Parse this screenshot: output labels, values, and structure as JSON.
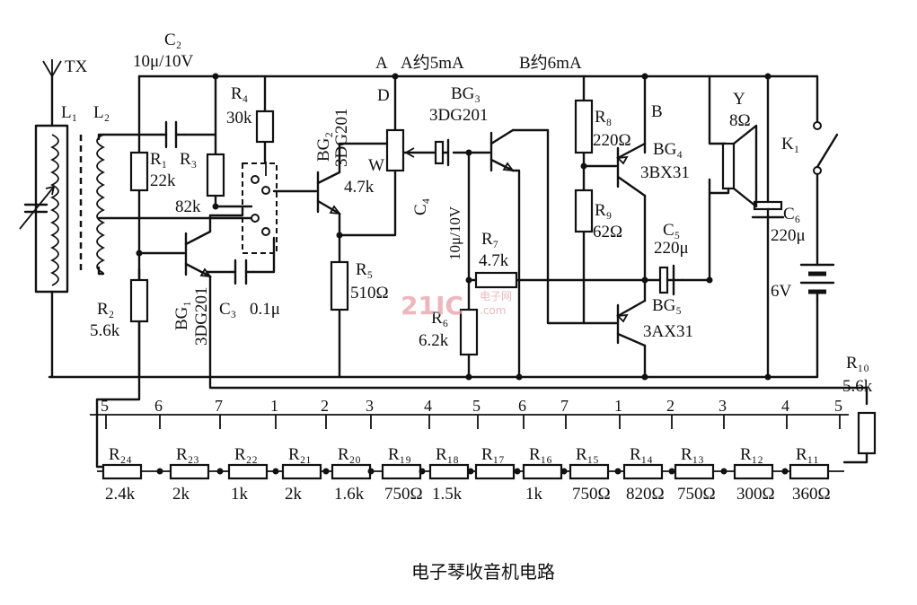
{
  "caption": "电子琴收音机电路",
  "antenna": {
    "label": "TX"
  },
  "coils": {
    "l1": "L₁",
    "l2": "L₂"
  },
  "nodes": {
    "a": "A",
    "b": "B",
    "d": "D",
    "a_current": "A约5mA",
    "b_current": "B约6mA"
  },
  "transistors": {
    "bg1": {
      "name": "BG₁",
      "part": "3DG201"
    },
    "bg2": {
      "name": "BG₂",
      "part": "3DG201"
    },
    "bg3": {
      "name": "BG₃",
      "part": "3DG201"
    },
    "bg4": {
      "name": "BG₄",
      "part": "3BX31"
    },
    "bg5": {
      "name": "BG₅",
      "part": "3AX31"
    }
  },
  "capacitors": {
    "c2": {
      "name": "C₂",
      "value": "10μ/10V"
    },
    "c3": {
      "name": "C₃",
      "value": "0.1μ"
    },
    "c4": {
      "name": "C₄",
      "value": "10μ/10V"
    },
    "c5": {
      "name": "C₅",
      "value": "220μ"
    },
    "c6": {
      "name": "C₆",
      "value": "220μ"
    }
  },
  "resistors": {
    "r1": {
      "name": "R₁",
      "value": "22k"
    },
    "r2": {
      "name": "R₂",
      "value": "5.6k"
    },
    "r3": {
      "name": "R₃",
      "value": "82k"
    },
    "r4": {
      "name": "R₄",
      "value": "30k"
    },
    "r5": {
      "name": "R₅",
      "value": "510Ω"
    },
    "r6": {
      "name": "R₆",
      "value": "6.2k"
    },
    "r7": {
      "name": "R₇",
      "value": "4.7k"
    },
    "r8": {
      "name": "R₈",
      "value": "220Ω"
    },
    "r9": {
      "name": "R₉",
      "value": "62Ω"
    },
    "r10": {
      "name": "R₁₀",
      "value": "5.6k"
    }
  },
  "pot": {
    "name": "W",
    "value": "4.7k"
  },
  "speaker": {
    "name": "Y",
    "value": "8Ω"
  },
  "switch": {
    "name": "K₁"
  },
  "battery": {
    "value": "6V"
  },
  "keys": [
    "5",
    "6",
    "7",
    "1",
    "2",
    "3",
    "4",
    "5",
    "6",
    "7",
    "1",
    "2",
    "3",
    "4",
    "5"
  ],
  "ladder": [
    {
      "name": "R₂₄",
      "value": "2.4k"
    },
    {
      "name": "R₂₃",
      "value": "2k"
    },
    {
      "name": "R₂₂",
      "value": "1k"
    },
    {
      "name": "R₂₁",
      "value": "2k"
    },
    {
      "name": "R₂₀",
      "value": "1.6k"
    },
    {
      "name": "R₁₉",
      "value": "750Ω"
    },
    {
      "name": "R₁₈",
      "value": "1.5k"
    },
    {
      "name": "R₁₇",
      "value": ""
    },
    {
      "name": "R₁₆",
      "value": "1k"
    },
    {
      "name": "R₁₅",
      "value": "750Ω"
    },
    {
      "name": "R₁₄",
      "value": "820Ω"
    },
    {
      "name": "R₁₃",
      "value": "750Ω"
    },
    {
      "name": "R₁₂",
      "value": "300Ω"
    },
    {
      "name": "R₁₁",
      "value": "360Ω"
    }
  ],
  "watermark": {
    "logo": "21IC",
    "site": "电子网",
    "domain": ".com"
  }
}
